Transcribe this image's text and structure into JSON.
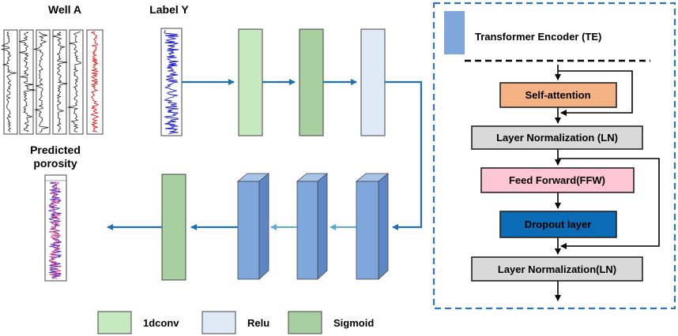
{
  "well_panel": {
    "title": "Well A"
  },
  "label_panel": {
    "title": "Label Y"
  },
  "prediction": {
    "title_line1": "Predicted",
    "title_line2": "porosity"
  },
  "te_panel": {
    "title": "Transformer Encoder (TE)",
    "blocks": [
      {
        "label": "Self-attention",
        "fill": "#f4b183"
      },
      {
        "label": "Layer Normalization (LN)",
        "fill": "#d9d9d9"
      },
      {
        "label": "Feed Forward(FFW)",
        "fill": "#ffc7d6"
      },
      {
        "label": "Dropout layer",
        "fill": "#0b6cb5"
      },
      {
        "label": "Layer Normalization(LN)",
        "fill": "#d9d9d9"
      }
    ]
  },
  "legend": {
    "items": [
      {
        "label": "1dconv",
        "color": "#c6e9c0"
      },
      {
        "label": "Relu",
        "color": "#deebf7"
      },
      {
        "label": "Sigmoid",
        "color": "#a7cf9f"
      }
    ]
  },
  "colors": {
    "arrow_blue": "#1f6fb5",
    "dashed_border": "#2e75b6",
    "te_layer": "#7fa7dc"
  }
}
